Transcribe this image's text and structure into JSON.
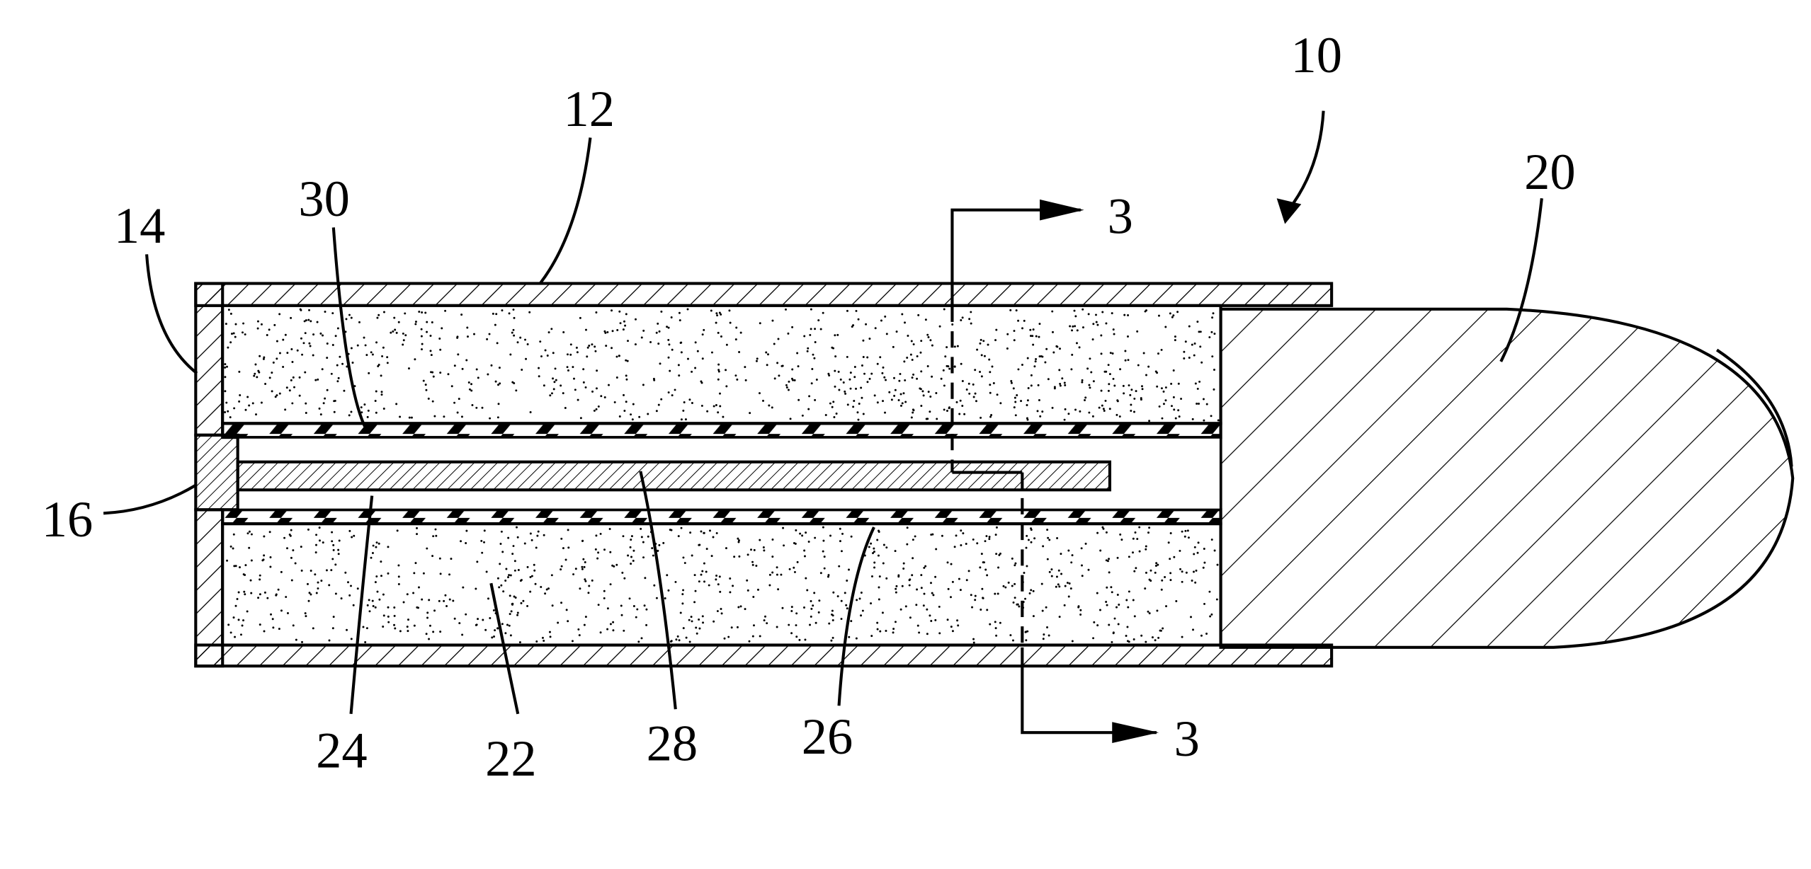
{
  "figure": {
    "labels": {
      "device": "10",
      "casing": "12",
      "end_wall": "14",
      "plug": "16",
      "tip": "20",
      "absorbent": "22",
      "channel": "24",
      "lower_layer": "26",
      "rod": "28",
      "upper_layer": "30",
      "section_top": "3",
      "section_bottom": "3"
    },
    "colors": {
      "ink": "#000000",
      "paper": "#ffffff"
    }
  }
}
